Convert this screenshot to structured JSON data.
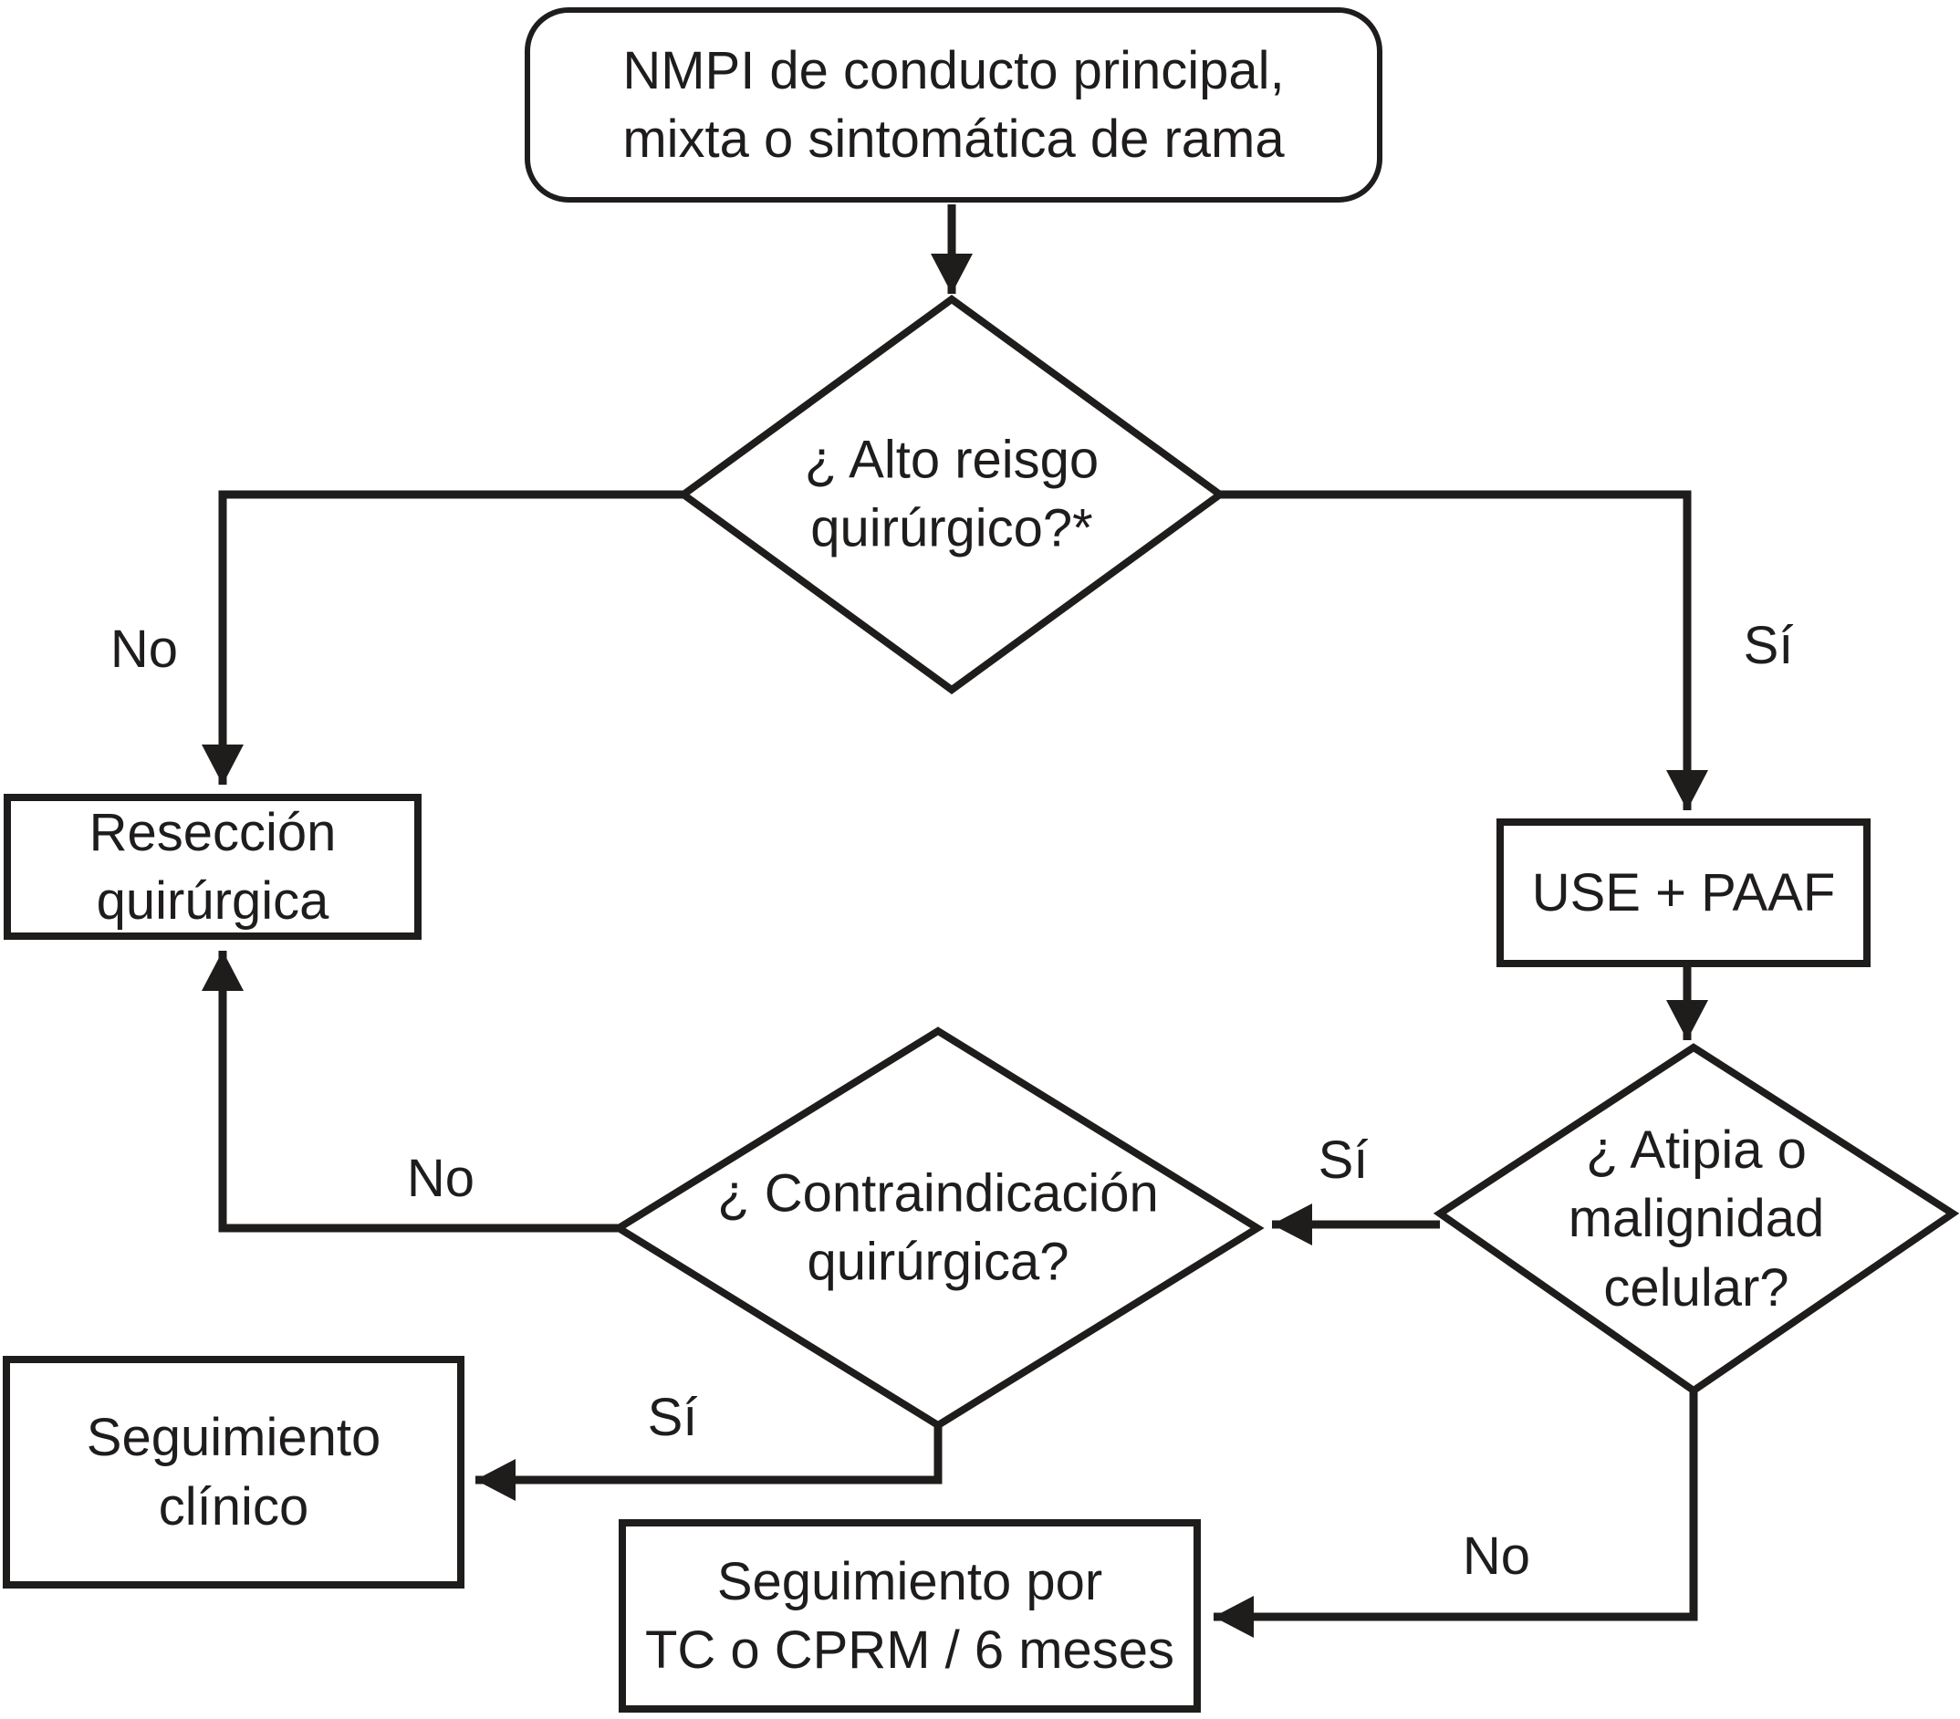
{
  "figure": {
    "type": "flowchart",
    "background_color": "#ffffff",
    "ink_color": "#1f1c1c"
  },
  "flowchart": {
    "nodes": [
      {
        "id": "start",
        "shape": "rounded-rectangle",
        "label": "NMPI de conducto principal,\nmixta o sintomática de rama"
      },
      {
        "id": "alto-riesgo",
        "shape": "diamond",
        "label": "¿ Alto reisgo\nquirúrgico?*"
      },
      {
        "id": "reseccion",
        "shape": "rectangle",
        "label": "Resección\nquirúrgica"
      },
      {
        "id": "use-paaf",
        "shape": "rectangle",
        "label": "USE + PAAF"
      },
      {
        "id": "atipia",
        "shape": "diamond",
        "label": "¿ Atipia o\nmalignidad\ncelular?"
      },
      {
        "id": "contraindicacion",
        "shape": "diamond",
        "label": "¿ Contraindicación\nquirúrgica?"
      },
      {
        "id": "seguimiento-clinico",
        "shape": "rectangle",
        "label": "Seguimiento\nclínico"
      },
      {
        "id": "seguimiento-tc",
        "shape": "rectangle",
        "label": "Seguimiento por\nTC o CPRM / 6 meses"
      }
    ],
    "edges": [
      {
        "from": "start",
        "to": "alto-riesgo",
        "label": ""
      },
      {
        "from": "alto-riesgo",
        "to": "reseccion",
        "label": "No"
      },
      {
        "from": "alto-riesgo",
        "to": "use-paaf",
        "label": "Sí"
      },
      {
        "from": "use-paaf",
        "to": "atipia",
        "label": ""
      },
      {
        "from": "atipia",
        "to": "contraindicacion",
        "label": "Sí"
      },
      {
        "from": "contraindicacion",
        "to": "reseccion",
        "label": "No"
      },
      {
        "from": "contraindicacion",
        "to": "seguimiento-clinico",
        "label": "Sí"
      },
      {
        "from": "atipia",
        "to": "seguimiento-tc",
        "label": "No"
      }
    ]
  }
}
